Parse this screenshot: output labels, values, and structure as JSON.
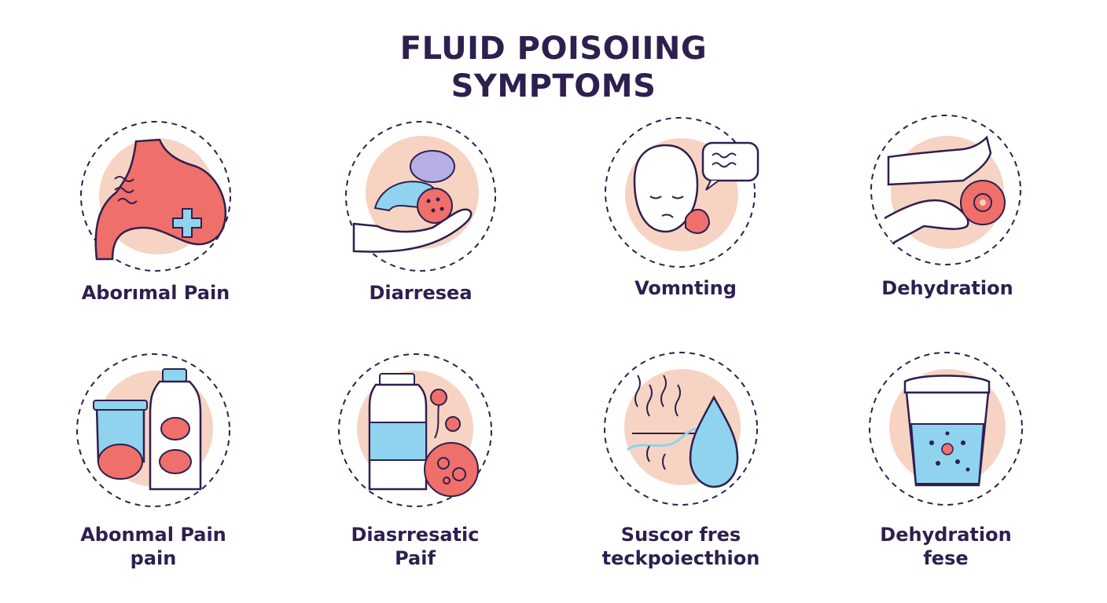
{
  "title": {
    "line1": "FLUID POISOIING",
    "line2": "SYMPTOMS"
  },
  "colors": {
    "ink": "#2e1f4f",
    "peach": "#f7d3c3",
    "coral": "#ef6f6a",
    "blue": "#8fd3ef",
    "lavender": "#b7aee6"
  },
  "cards": [
    {
      "icon": "stomach-icon",
      "label1": "Aborımal Pain",
      "label2": ""
    },
    {
      "icon": "hand-food-icon",
      "label1": "Diarresea",
      "label2": ""
    },
    {
      "icon": "vomiting-face-icon",
      "label1": "Vomnting",
      "label2": ""
    },
    {
      "icon": "hand-pain-icon",
      "label1": "Dehydration",
      "label2": ""
    },
    {
      "icon": "bottle-food-icon",
      "label1": "Abonmal Pain",
      "label2": "pain"
    },
    {
      "icon": "bottle-fruit-icon",
      "label1": "Diasrresatic",
      "label2": "Paif"
    },
    {
      "icon": "fever-drop-icon",
      "label1": "Suscor fres",
      "label2": "teckpoiecthion"
    },
    {
      "icon": "water-glass-icon",
      "label1": "Dehydration",
      "label2": "fese"
    }
  ]
}
